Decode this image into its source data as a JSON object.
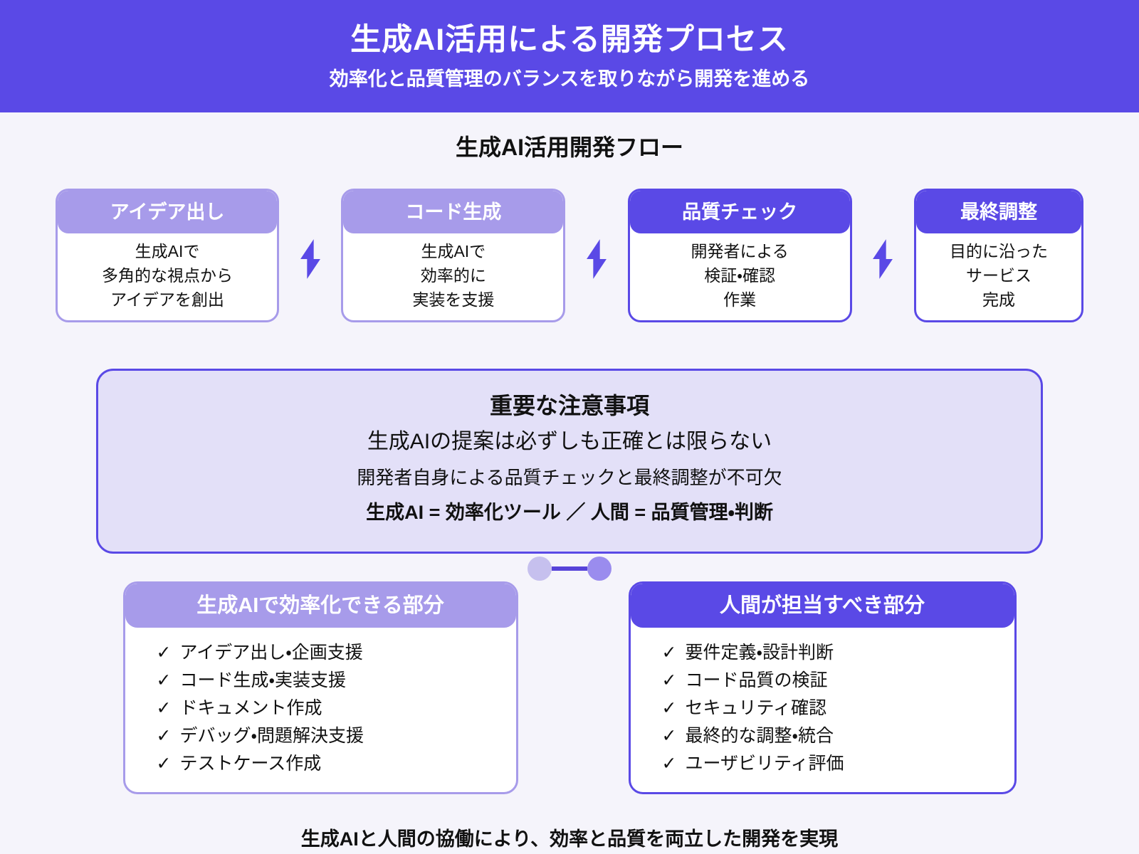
{
  "banner": {
    "title": "生成AI活用による開発プロセス",
    "subtitle": "効率化と品質管理のバランスを取りながら開発を進める"
  },
  "flow": {
    "section_title": "生成AI活用開発フロー",
    "steps": [
      {
        "title": "アイデア出し",
        "variant": "light",
        "lines": [
          "生成AIで",
          "多角的な視点から",
          "アイデアを創出"
        ]
      },
      {
        "title": "コード生成",
        "variant": "light",
        "lines": [
          "生成AIで",
          "効率的に",
          "実装を支援"
        ]
      },
      {
        "title": "品質チェック",
        "variant": "dark",
        "lines": [
          "開発者による",
          "検証・確認",
          "作業"
        ]
      },
      {
        "title": "最終調整",
        "variant": "dark",
        "lines": [
          "目的に沿った",
          "サービス",
          "完成"
        ]
      }
    ]
  },
  "notice": {
    "title": "重要な注意事項",
    "line1": "生成AIの提案は必ずしも正確とは限らない",
    "line2": "開発者自身による品質チェックと最終調整が不可欠",
    "line3": "生成AI = 効率化ツール ／ 人間 = 品質管理・判断"
  },
  "panels": [
    {
      "title": "生成AIで効率化できる部分",
      "variant": "light",
      "items": [
        "アイデア出し・企画支援",
        "コード生成・実装支援",
        "ドキュメント作成",
        "デバッグ・問題解決支援",
        "テストケース作成"
      ]
    },
    {
      "title": "人間が担当すべき部分",
      "variant": "dark",
      "items": [
        "要件定義・設計判断",
        "コード品質の検証",
        "セキュリティ確認",
        "最終的な調整・統合",
        "ユーザビリティ評価"
      ]
    }
  ],
  "footer": "生成AIと人間の協働により、効率と品質を両立した開発を実現",
  "icons": {
    "check": "✓",
    "bolt": "lightning-bolt-icon"
  },
  "colors": {
    "primary": "#5a49e6",
    "light": "#a79bea",
    "pagebg": "#f5f4fb",
    "noticebg": "#e3e0f8",
    "line": "#5743d9",
    "dot_left": "#c6c0ee",
    "dot_right": "#9a8cee",
    "text": "#111111"
  }
}
